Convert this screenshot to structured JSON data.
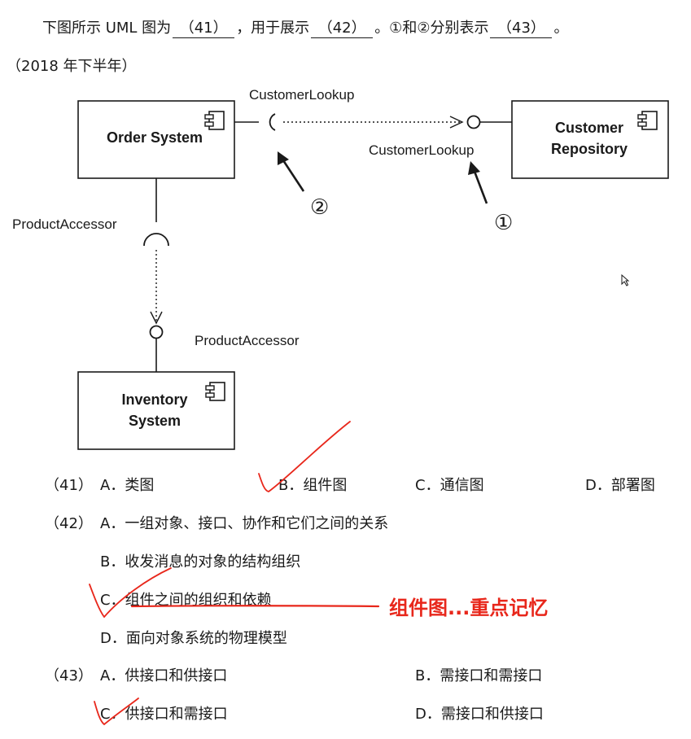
{
  "question": {
    "prefix": "下图所示 UML 图为",
    "blank1": "（41）",
    "mid1": "，用于展示",
    "blank2": "（42）",
    "mid2": "。①和②分别表示",
    "blank3": "（43）",
    "suffix": "。",
    "year": "（2018 年下半年）"
  },
  "diagram": {
    "order_system": [
      "Order System"
    ],
    "customer_repository": [
      "Customer",
      "Repository"
    ],
    "inventory_system": [
      "Inventory",
      "System"
    ],
    "customer_lookup_required": "CustomerLookup",
    "customer_lookup_provided": "CustomerLookup",
    "product_accessor_required": "ProductAccessor",
    "product_accessor_provided": "ProductAccessor",
    "marker_1": "①",
    "marker_2": "②"
  },
  "options": {
    "q41": {
      "num": "（41）",
      "a": "A．类图",
      "b": "B．组件图",
      "c": "C．通信图",
      "d": "D．部署图"
    },
    "q42": {
      "num": "（42）",
      "a": "A．一组对象、接口、协作和它们之间的关系",
      "b": "B．收发消息的对象的结构组织",
      "c": "C．组件之间的组织和依赖",
      "d": "D．面向对象系统的物理模型"
    },
    "q43": {
      "num": "（43）",
      "a": "A．供接口和供接口",
      "b": "B．需接口和需接口",
      "c": "C．供接口和需接口",
      "d": "D．需接口和供接口"
    }
  },
  "annotation": {
    "note": "组件图...重点记忆",
    "color": "#e8271b"
  }
}
